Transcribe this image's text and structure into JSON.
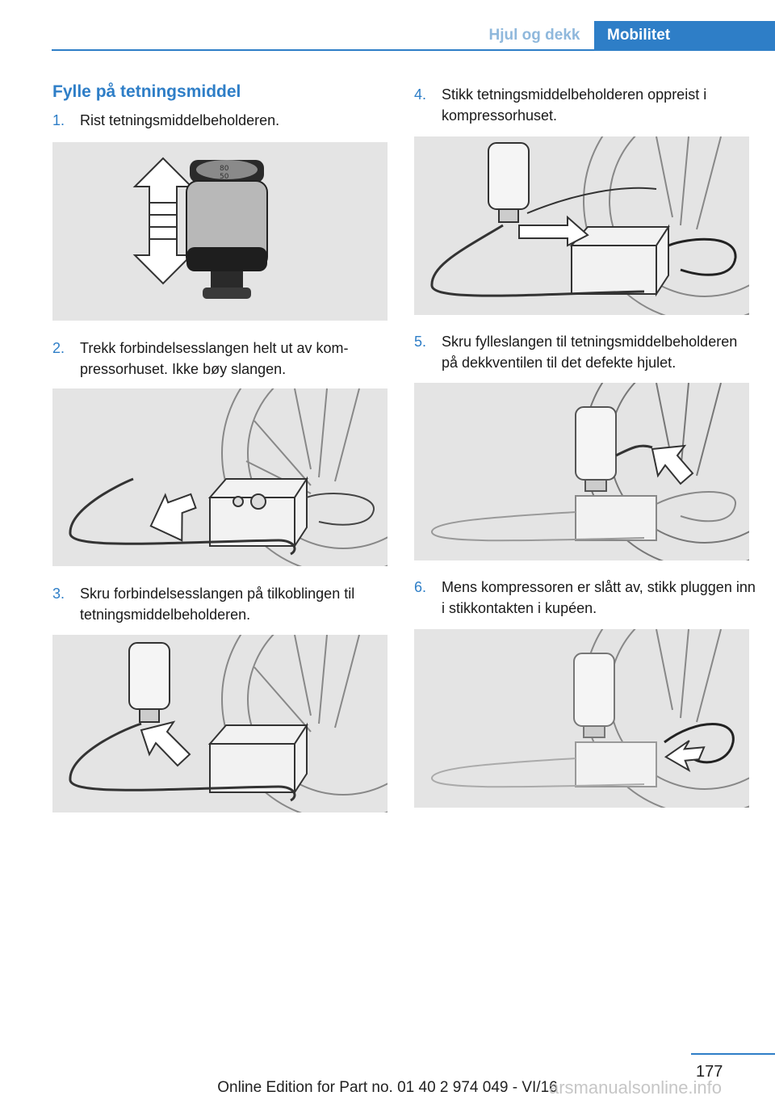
{
  "header": {
    "tab_section": "Hjul og dekk",
    "tab_active": "Mobilitet"
  },
  "section_title": "Fylle på tetningsmiddel",
  "steps": [
    {
      "num": "1.",
      "text": "Rist tetningsmiddelbeholderen."
    },
    {
      "num": "2.",
      "text": "Trekk forbindelsesslangen helt ut av kom­pressorhuset. Ikke bøy slangen."
    },
    {
      "num": "3.",
      "text": "Skru forbindelsesslangen på tilkoblingen til tetningsmiddelbeholderen."
    },
    {
      "num": "4.",
      "text": "Stikk tetningsmiddelbeholderen oppreist i kompressorhuset."
    },
    {
      "num": "5.",
      "text": "Skru fylleslangen til tetningsmiddelbehol­deren på dekkventilen til det defekte hjulet."
    },
    {
      "num": "6.",
      "text": "Mens kompressoren er slått av, stikk plug­gen inn i stikkontakten i kupéen."
    }
  ],
  "figure_bottle_label": [
    "80",
    "50"
  ],
  "page_number": "177",
  "footer": "Online Edition for Part no. 01 40 2 974 049 - VI/16",
  "watermark": "arsmanualsonline.info",
  "colors": {
    "accent": "#2e7ec7",
    "figure_bg": "#e4e4e4"
  }
}
